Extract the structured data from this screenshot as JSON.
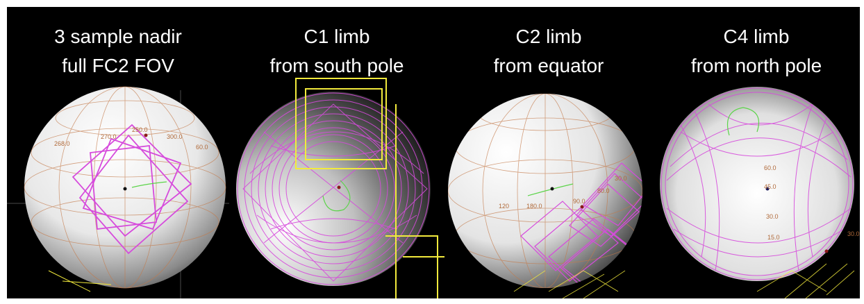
{
  "colors": {
    "background": "#000000",
    "footprint": "#d64bdc",
    "grid": "#c47a4a",
    "yellow_box": "#f2ea3c",
    "track": "#5cd44a"
  },
  "panels": [
    {
      "title_line1": "3 sample nadir",
      "title_line2": "full FC2 FOV",
      "grid_labels": [
        "270.0",
        "250.0",
        "300.0",
        "268.0",
        "60.0"
      ]
    },
    {
      "title_line1": "C1 limb",
      "title_line2": "from south pole",
      "grid_labels": []
    },
    {
      "title_line1": "C2 limb",
      "title_line2": "from equator",
      "grid_labels": [
        "120",
        "180.0",
        "90.0",
        "80.0",
        "30.0"
      ]
    },
    {
      "title_line1": "C4 limb",
      "title_line2": "from north pole",
      "grid_labels": [
        "60.0",
        "45.0",
        "30.0",
        "15.0",
        "30.0"
      ]
    }
  ]
}
